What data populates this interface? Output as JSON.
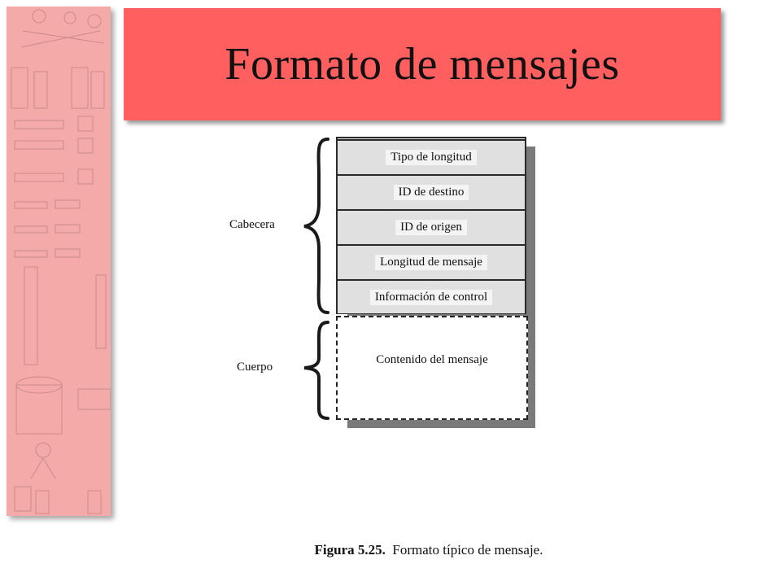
{
  "slide": {
    "title": "Formato de mensajes",
    "colors": {
      "banner": "#ff5f5f",
      "side_strip": "#f5aaaa"
    }
  },
  "diagram": {
    "header_label": "Cabecera",
    "body_label": "Cuerpo",
    "header_fields": [
      {
        "label": "Tipo de longitud"
      },
      {
        "label": "ID de destino"
      },
      {
        "label": "ID de origen"
      },
      {
        "label": "Longitud de mensaje"
      },
      {
        "label": "Información de control"
      }
    ],
    "body_field": {
      "label": "Contenido del mensaje"
    }
  },
  "caption": {
    "prefix": "Figura 5.25.",
    "text": "Formato típico de mensaje."
  }
}
